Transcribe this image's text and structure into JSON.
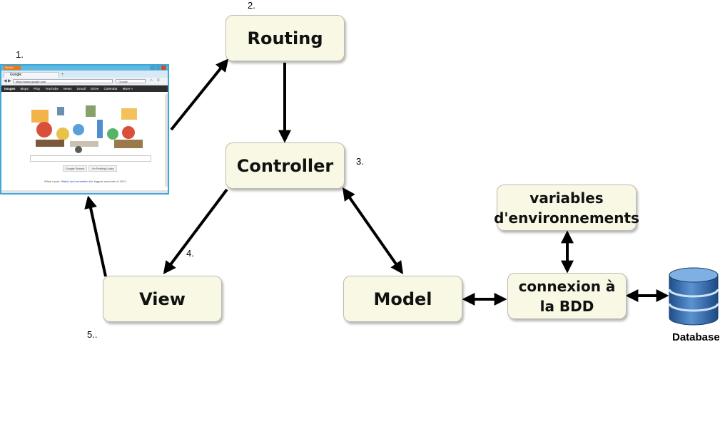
{
  "steps": {
    "s1": "1.",
    "s2": "2.",
    "s3": "3.",
    "s4": "4.",
    "s5": "5.."
  },
  "boxes": {
    "routing": "Routing",
    "controller": "Controller",
    "view": "View",
    "model": "Model",
    "env_line1": "variables",
    "env_line2": "d'environnements",
    "bdd_line1": "connexion à",
    "bdd_line2": "la BDD"
  },
  "database": {
    "label": "Database",
    "icon": "database-cylinder-icon"
  },
  "browser": {
    "menu": "Firefox",
    "tab_title": "Google",
    "url": "https://www.google.com",
    "search_placeholder": "Google",
    "gbar_items": [
      "Images",
      "Maps",
      "Play",
      "YouTube",
      "News",
      "Gmail",
      "Drive",
      "Calendar",
      "More »"
    ],
    "search_button": "Google Search",
    "lucky_button": "I'm Feeling Lucky",
    "footer_prefix": "What a year.",
    "footer_link": "Watch and remember",
    "footer_suffix": "the biggest moments of 2012."
  },
  "colors": {
    "box_fill": "#f8f8e4",
    "arrow": "#000000",
    "database_blue": "#3a74b4"
  }
}
